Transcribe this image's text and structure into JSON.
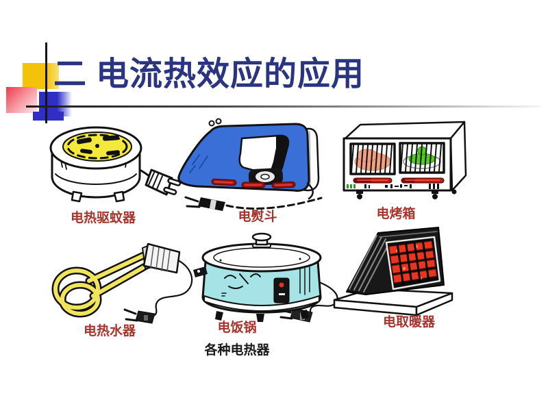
{
  "slide": {
    "title": "二 电流热效应的应用",
    "caption": "各种电热器"
  },
  "appliances": [
    {
      "id": "mosquito-repeller",
      "label": "电热驱蚊器"
    },
    {
      "id": "electric-iron",
      "label": "电熨斗"
    },
    {
      "id": "electric-oven",
      "label": "电烤箱"
    },
    {
      "id": "immersion-water-heater",
      "label": "电热水器"
    },
    {
      "id": "rice-cooker",
      "label": "电饭锅"
    },
    {
      "id": "space-heater",
      "label": "电取暖器"
    }
  ],
  "colors": {
    "title_text": "#2B3480",
    "label_text": "#A6342C",
    "caption_text": "#1A1A1A",
    "deco_yellow": "#F4C20B",
    "deco_red": "#ED3B4B",
    "deco_blue": "#2F2FC4",
    "iron_blue": "#3A6FD8",
    "cooker_cyan": "#A5E3E6",
    "repeller_yellow": "#F2E93A",
    "heater_tube_yellow": "#EFE45C",
    "heat_element_red": "#E8351F",
    "oven_food_pink": "#F2A080",
    "oven_food_green": "#55CC22",
    "oven_handle_red": "#CC1508"
  }
}
